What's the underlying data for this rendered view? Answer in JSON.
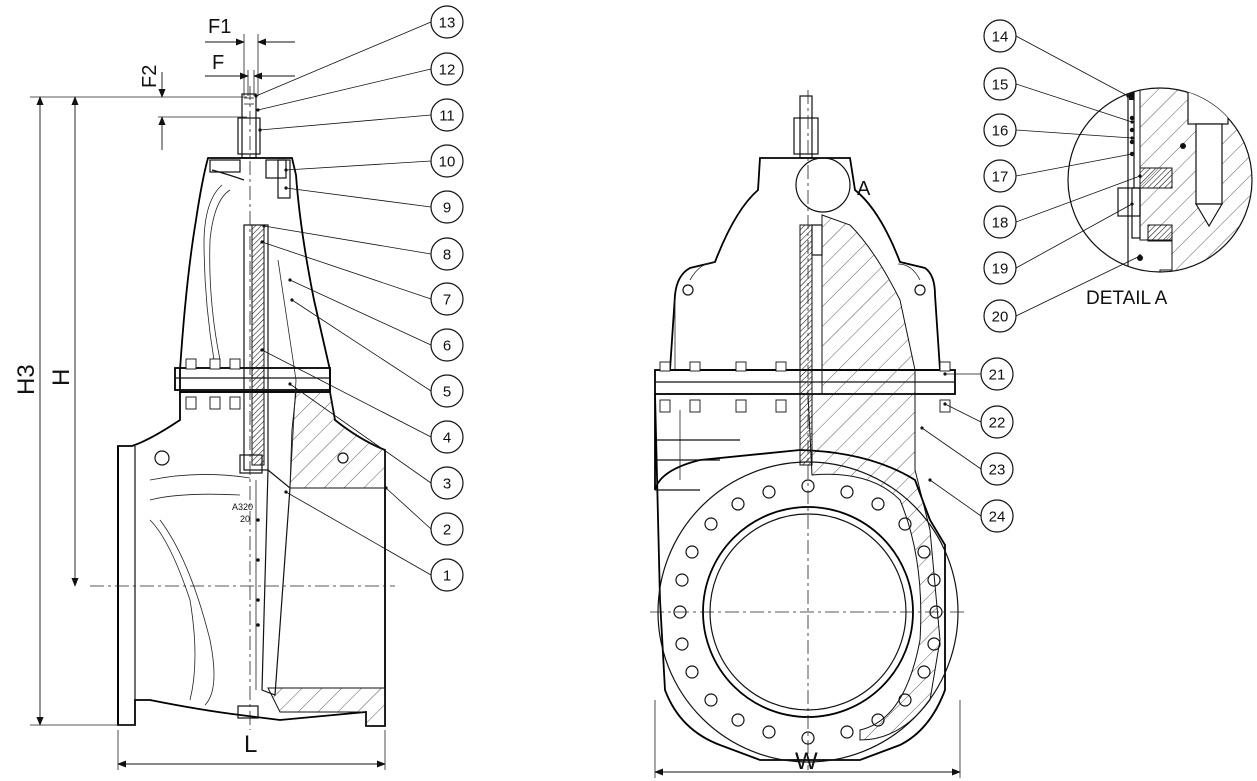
{
  "dimensions": {
    "F1": "F1",
    "F": "F",
    "F2": "F2",
    "H3": "H3",
    "H": "H",
    "L": "L",
    "W": "W"
  },
  "detail": {
    "marker": "A",
    "title": "DETAIL A"
  },
  "stamp": {
    "line1": "A320",
    "line2": "20"
  },
  "part_numbers_side": [
    "13",
    "12",
    "11",
    "10",
    "9",
    "8",
    "7",
    "6",
    "5",
    "4",
    "3",
    "2",
    "1"
  ],
  "part_numbers_front": [
    "21",
    "22",
    "23",
    "24"
  ],
  "part_numbers_detail": [
    "14",
    "15",
    "16",
    "17",
    "18",
    "19",
    "20"
  ]
}
